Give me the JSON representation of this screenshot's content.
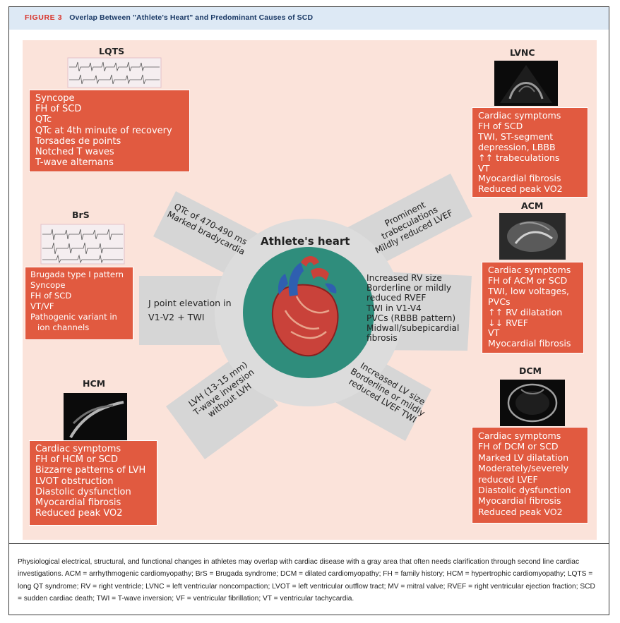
{
  "figure": {
    "label": "FIGURE 3",
    "title": "Overlap Between \"Athlete's Heart\" and Predominant Causes of SCD"
  },
  "center": {
    "title": "Athlete's heart",
    "right_list": [
      "Increased RV size",
      "Borderline or mildly",
      "reduced RVEF",
      "TWI in V1-V4",
      "PVCs (RBBB pattern)",
      "Midwall/subepicardial",
      "fibrosis"
    ]
  },
  "arms": {
    "lqts": [
      "QTc of 470-490 ms",
      "Marked bradycardia"
    ],
    "brs": [
      "J point elevation in",
      "V1-V2 + TWI"
    ],
    "hcm": [
      "LVH (13-15 mm)",
      "T-wave inversion",
      "without LVH"
    ],
    "lvnc": [
      "Prominent",
      "trabeculations",
      "Mildly reduced LVEF"
    ],
    "dcm": [
      "Increased LV size",
      "Borderline or mildly",
      "reduced LVEF TWI"
    ]
  },
  "diseases": {
    "lqts": {
      "title": "LQTS",
      "items": [
        "Syncope",
        "FH of SCD",
        "QTc",
        "QTc at 4th minute of recovery",
        "Torsades de points",
        "Notched T waves",
        "T-wave alternans"
      ]
    },
    "brs": {
      "title": "BrS",
      "items": [
        "Brugada type I pattern",
        "Syncope",
        "FH of SCD",
        "VT/VF",
        "Pathogenic variant in",
        "ion channels"
      ]
    },
    "hcm": {
      "title": "HCM",
      "items": [
        "Cardiac symptoms",
        "FH of HCM or SCD",
        "Bizzarre patterns of LVH",
        "LVOT obstruction",
        "Diastolic dysfunction",
        "Myocardial fibrosis",
        "Reduced peak VO2"
      ]
    },
    "lvnc": {
      "title": "LVNC",
      "items": [
        "Cardiac symptoms",
        "FH of SCD",
        "TWI, ST-segment",
        "depression, LBBB",
        "↑↑ trabeculations",
        "VT",
        "Myocardial fibrosis",
        "Reduced peak VO2"
      ]
    },
    "acm": {
      "title": "ACM",
      "items": [
        "Cardiac symptoms",
        "FH of ACM or SCD",
        "TWI, low voltages,",
        "PVCs",
        "↑↑ RV dilatation",
        "↓↓ RVEF",
        "VT",
        "Myocardial fibrosis"
      ]
    },
    "dcm": {
      "title": "DCM",
      "items": [
        "Cardiac symptoms",
        "FH of DCM or SCD",
        "Marked LV dilatation",
        "Moderately/severely",
        "reduced LVEF",
        "Diastolic dysfunction",
        "Myocardial fibrosis",
        "Reduced peak VO2"
      ]
    }
  },
  "caption": "Physiological electrical, structural, and functional changes in athletes may overlap with cardiac disease with a gray area that often needs clarification through second line cardiac investigations. ACM = arrhythmogenic cardiomyopathy; BrS = Brugada syndrome; DCM = dilated cardiomyopathy; FH = family history; HCM = hypertrophic cardiomyopathy; LQTS = long QT syndrome; RV = right ventricle; LVNC = left ventricular noncompaction; LVOT = left ventricular outflow tract; MV = mitral valve; RVEF = right ventricular ejection fraction; SCD = sudden cardiac death; TWI = T-wave inversion; VF = ventricular fibrillation; VT = ventricular tachycardia.",
  "colors": {
    "panel_bg": "#fbe3da",
    "box_red": "#e15a40",
    "arm_gray": "#d6d6d6",
    "header_blue": "#dde9f5",
    "figure_label_red": "#d9342b",
    "title_navy": "#1b3a66",
    "hub_teal": "#2f8d7c"
  }
}
